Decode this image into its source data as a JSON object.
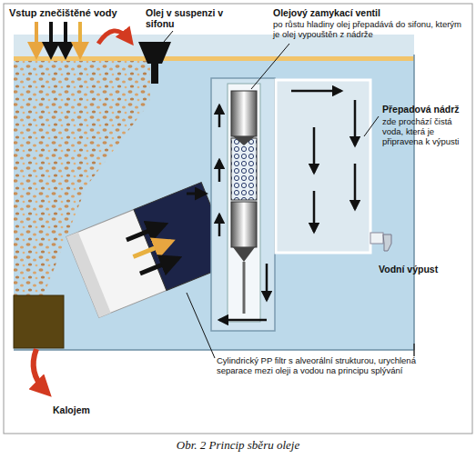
{
  "diagram": {
    "caption": "Obr. 2 Princip sběru oleje",
    "labels": [
      "Vstup znečištěné vody",
      "Olej v suspenzi v sifonu",
      "Olejový zamykací ventil",
      "po růstu hladiny olej přepadává do sifonu, kterým je olej vypouštěn z nádrže",
      "Přepadová nádrž",
      "zde prochází čistá voda, která je připravena k výpusti",
      "Vodní výpust",
      "Cylindrický PP filtr s alveorální strukturou, urychlená separace mezi oleji a vodou na principu splývání",
      "Kalojem"
    ]
  }
}
